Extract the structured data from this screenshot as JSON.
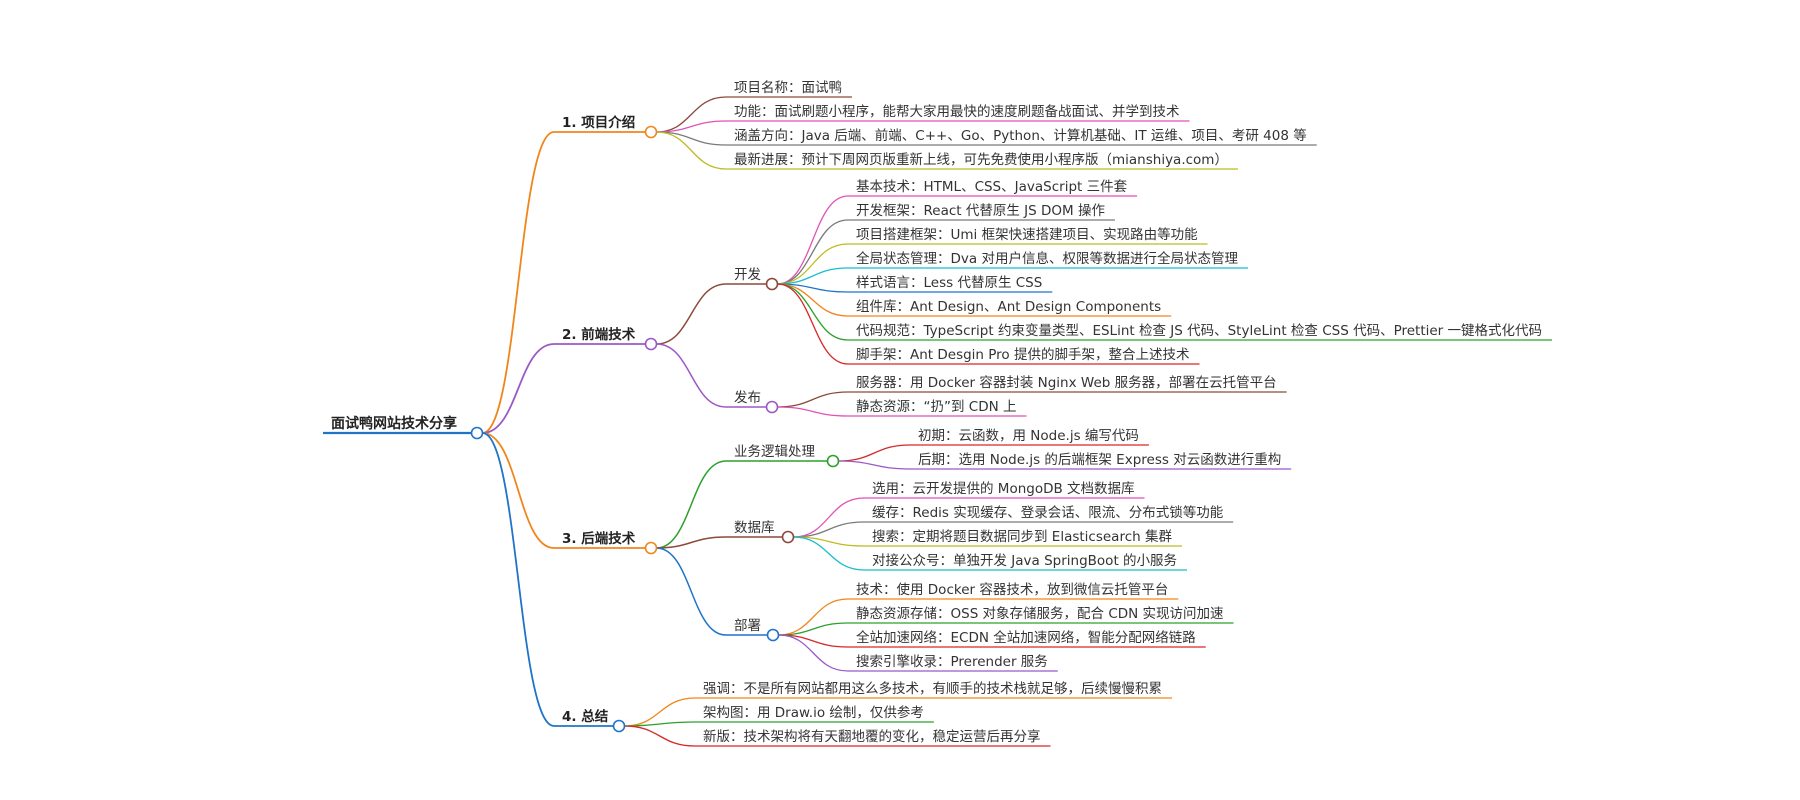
{
  "root": {
    "label": "面试鸭网站技术分享",
    "color": "#1f74c9"
  },
  "branches": [
    {
      "id": "intro",
      "label": "1. 项目介绍",
      "color": "#f0861b",
      "children": [
        {
          "label": "项目名称：面试鸭",
          "color": "#8b4a3a"
        },
        {
          "label": "功能：面试刷题小程序，能帮大家用最快的速度刷题备战面试、并学到技术",
          "color": "#e052b6"
        },
        {
          "label": "涵盖方向：Java 后端、前端、C++、Go、Python、计算机基础、IT 运维、项目、考研 408 等",
          "color": "#7a7a7a"
        },
        {
          "label": "最新进展：预计下周网页版重新上线，可先免费使用小程序版（mianshiya.com）",
          "color": "#bcbc22"
        }
      ]
    },
    {
      "id": "frontend",
      "label": "2. 前端技术",
      "color": "#9b59c6",
      "children": [
        {
          "label": "开发",
          "color": "#8b4a3a",
          "children": [
            {
              "label": "基本技术：HTML、CSS、JavaScript 三件套",
              "color": "#e052b6"
            },
            {
              "label": "开发框架：React 代替原生 JS DOM 操作",
              "color": "#7a7a7a"
            },
            {
              "label": "项目搭建框架：Umi 框架快速搭建项目、实现路由等功能",
              "color": "#bcbc22"
            },
            {
              "label": "全局状态管理：Dva 对用户信息、权限等数据进行全局状态管理",
              "color": "#17becf"
            },
            {
              "label": "样式语言：Less 代替原生 CSS",
              "color": "#1f74c9"
            },
            {
              "label": "组件库：Ant Design、Ant Design Components",
              "color": "#f0861b"
            },
            {
              "label": "代码规范：TypeScript 约束变量类型、ESLint 检查 JS 代码、StyleLint 检查 CSS 代码、Prettier 一键格式化代码",
              "color": "#2ca02c"
            },
            {
              "label": "脚手架：Ant Desgin Pro 提供的脚手架，整合上述技术",
              "color": "#d62728"
            }
          ]
        },
        {
          "label": "发布",
          "color": "#9b59c6",
          "children": [
            {
              "label": "服务器：用 Docker 容器封装 Nginx Web 服务器，部署在云托管平台",
              "color": "#8b4a3a"
            },
            {
              "label": "静态资源：“扔”到 CDN 上",
              "color": "#e052b6"
            }
          ]
        }
      ]
    },
    {
      "id": "backend",
      "label": "3. 后端技术",
      "color": "#f0861b",
      "children": [
        {
          "label": "业务逻辑处理",
          "color": "#2ca02c",
          "children": [
            {
              "label": "初期：云函数，用 Node.js 编写代码",
              "color": "#d62728"
            },
            {
              "label": "后期：选用 Node.js 的后端框架 Express 对云函数进行重构",
              "color": "#9b59c6"
            }
          ]
        },
        {
          "label": "数据库",
          "color": "#8b4a3a",
          "children": [
            {
              "label": "选用：云开发提供的 MongoDB 文档数据库",
              "color": "#e052b6"
            },
            {
              "label": "缓存：Redis 实现缓存、登录会话、限流、分布式锁等功能",
              "color": "#7a7a7a"
            },
            {
              "label": "搜索：定期将题目数据同步到 Elasticsearch 集群",
              "color": "#bcbc22"
            },
            {
              "label": "对接公众号：单独开发 Java SpringBoot 的小服务",
              "color": "#17becf"
            }
          ]
        },
        {
          "label": "部署",
          "color": "#1f74c9",
          "children": [
            {
              "label": "技术：使用 Docker 容器技术，放到微信云托管平台",
              "color": "#f0861b"
            },
            {
              "label": "静态资源存储：OSS 对象存储服务，配合 CDN 实现访问加速",
              "color": "#2ca02c"
            },
            {
              "label": "全站加速网络：ECDN 全站加速网络，智能分配网络链路",
              "color": "#d62728"
            },
            {
              "label": "搜索引擎收录：Prerender 服务",
              "color": "#9b59c6"
            }
          ]
        }
      ]
    },
    {
      "id": "summary",
      "label": "4. 总结",
      "color": "#1f74c9",
      "children": [
        {
          "label": "强调：不是所有网站都用这么多技术，有顺手的技术栈就足够，后续慢慢积累",
          "color": "#f0861b"
        },
        {
          "label": "架构图：用 Draw.io 绘制，仅供参考",
          "color": "#2ca02c"
        },
        {
          "label": "新版：技术架构将有天翻地覆的变化，稳定运营后再分享",
          "color": "#d62728"
        }
      ]
    }
  ]
}
